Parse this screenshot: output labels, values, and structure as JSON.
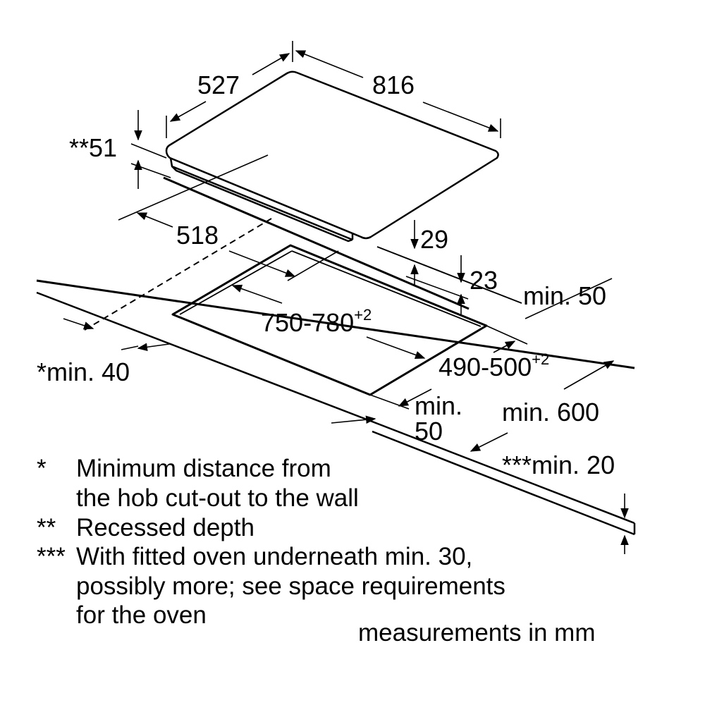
{
  "dimensions": {
    "hob_depth": "527",
    "hob_width": "816",
    "recessed_depth": "**51",
    "cutout_depth_inner": "518",
    "frame_height": "29",
    "glass_thickness": "23",
    "min_rear": "min. 50",
    "cutout_width": "750-780",
    "cutout_width_tol": "+2",
    "cutout_depth": "490-500",
    "cutout_depth_tol": "+2",
    "min_wall": "*min. 40",
    "min_front_1": "min.",
    "min_front_2": "50",
    "min_worktop": "min. 600",
    "min_under": "***min. 20"
  },
  "notes": [
    {
      "marker": "*",
      "lines": [
        "Minimum distance from",
        "the hob cut-out to the wall"
      ]
    },
    {
      "marker": "**",
      "lines": [
        "Recessed depth"
      ]
    },
    {
      "marker": "***",
      "lines": [
        "With fitted oven underneath min. 30,",
        "possibly more; see space requirements",
        "for the oven"
      ]
    }
  ],
  "units_note": "measurements in mm"
}
